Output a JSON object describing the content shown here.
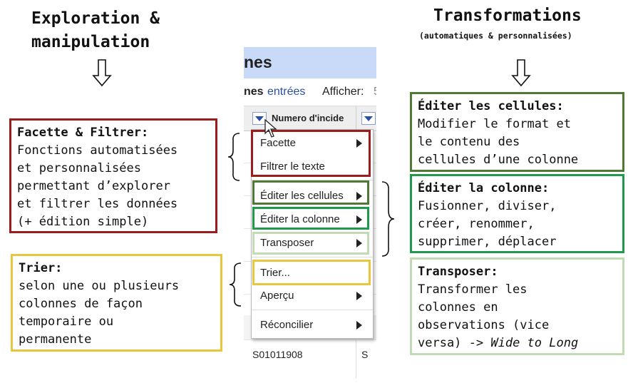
{
  "left_heading": {
    "line1": "Exploration &",
    "line2": "manipulation"
  },
  "right_heading": {
    "title": "Transformations",
    "subtitle": "(automatiques & personnalisées)"
  },
  "boxes": {
    "facette": {
      "title": "Facette & Filtrer:",
      "lines": [
        "Fonctions automatisées",
        "et personnalisées",
        "permettant d’explorer",
        "et filtrer les données",
        "(+ édition simple)"
      ]
    },
    "trier": {
      "title": "Trier:",
      "lines": [
        "selon une ou plusieurs",
        "colonnes de façon",
        "temporaire ou",
        "permanente"
      ]
    },
    "editer_cellules": {
      "title": "Éditer les cellules:",
      "lines": [
        "Modifier le format et",
        "le contenu des",
        "cellules d’une colonne"
      ]
    },
    "editer_colonne": {
      "title": "Éditer la colonne:",
      "lines": [
        "Fusionner, diviser,",
        "créer, renommer,",
        "supprimer, déplacer"
      ]
    },
    "transposer": {
      "title": "Transposer:",
      "lines": [
        "Transformer les",
        "colonnes en",
        "observations (vice"
      ],
      "last_prefix": "versa) -> ",
      "last_italic": "Wide to Long"
    }
  },
  "screenshot": {
    "title_fragment": "nes",
    "toolbar": {
      "rows_fragment": "nes",
      "entries": "entrées",
      "show": "Afficher:",
      "show_trailing": "5"
    },
    "column_header": "Numero d'incide",
    "menu_items": [
      {
        "label": "Facette",
        "submenu": true
      },
      {
        "label": "Filtrer le texte",
        "submenu": false
      },
      {
        "label": "Éditer les cellules",
        "submenu": true
      },
      {
        "label": "Éditer la colonne",
        "submenu": true
      },
      {
        "label": "Transposer",
        "submenu": true
      },
      {
        "label": "Trier...",
        "submenu": false
      },
      {
        "label": "Aperçu",
        "submenu": true
      },
      {
        "label": "Réconcilier",
        "submenu": true
      }
    ],
    "row_value": "S01011908",
    "row_value_2": "S"
  },
  "colors": {
    "red": "#9b1c1c",
    "yellow": "#e8c640",
    "dark_green": "#4e7a36",
    "green": "#1f9a4c",
    "light_green": "#c3dbb4",
    "header_blue": "#c9daf8",
    "dropdown_blue": "#2a4fa8"
  }
}
